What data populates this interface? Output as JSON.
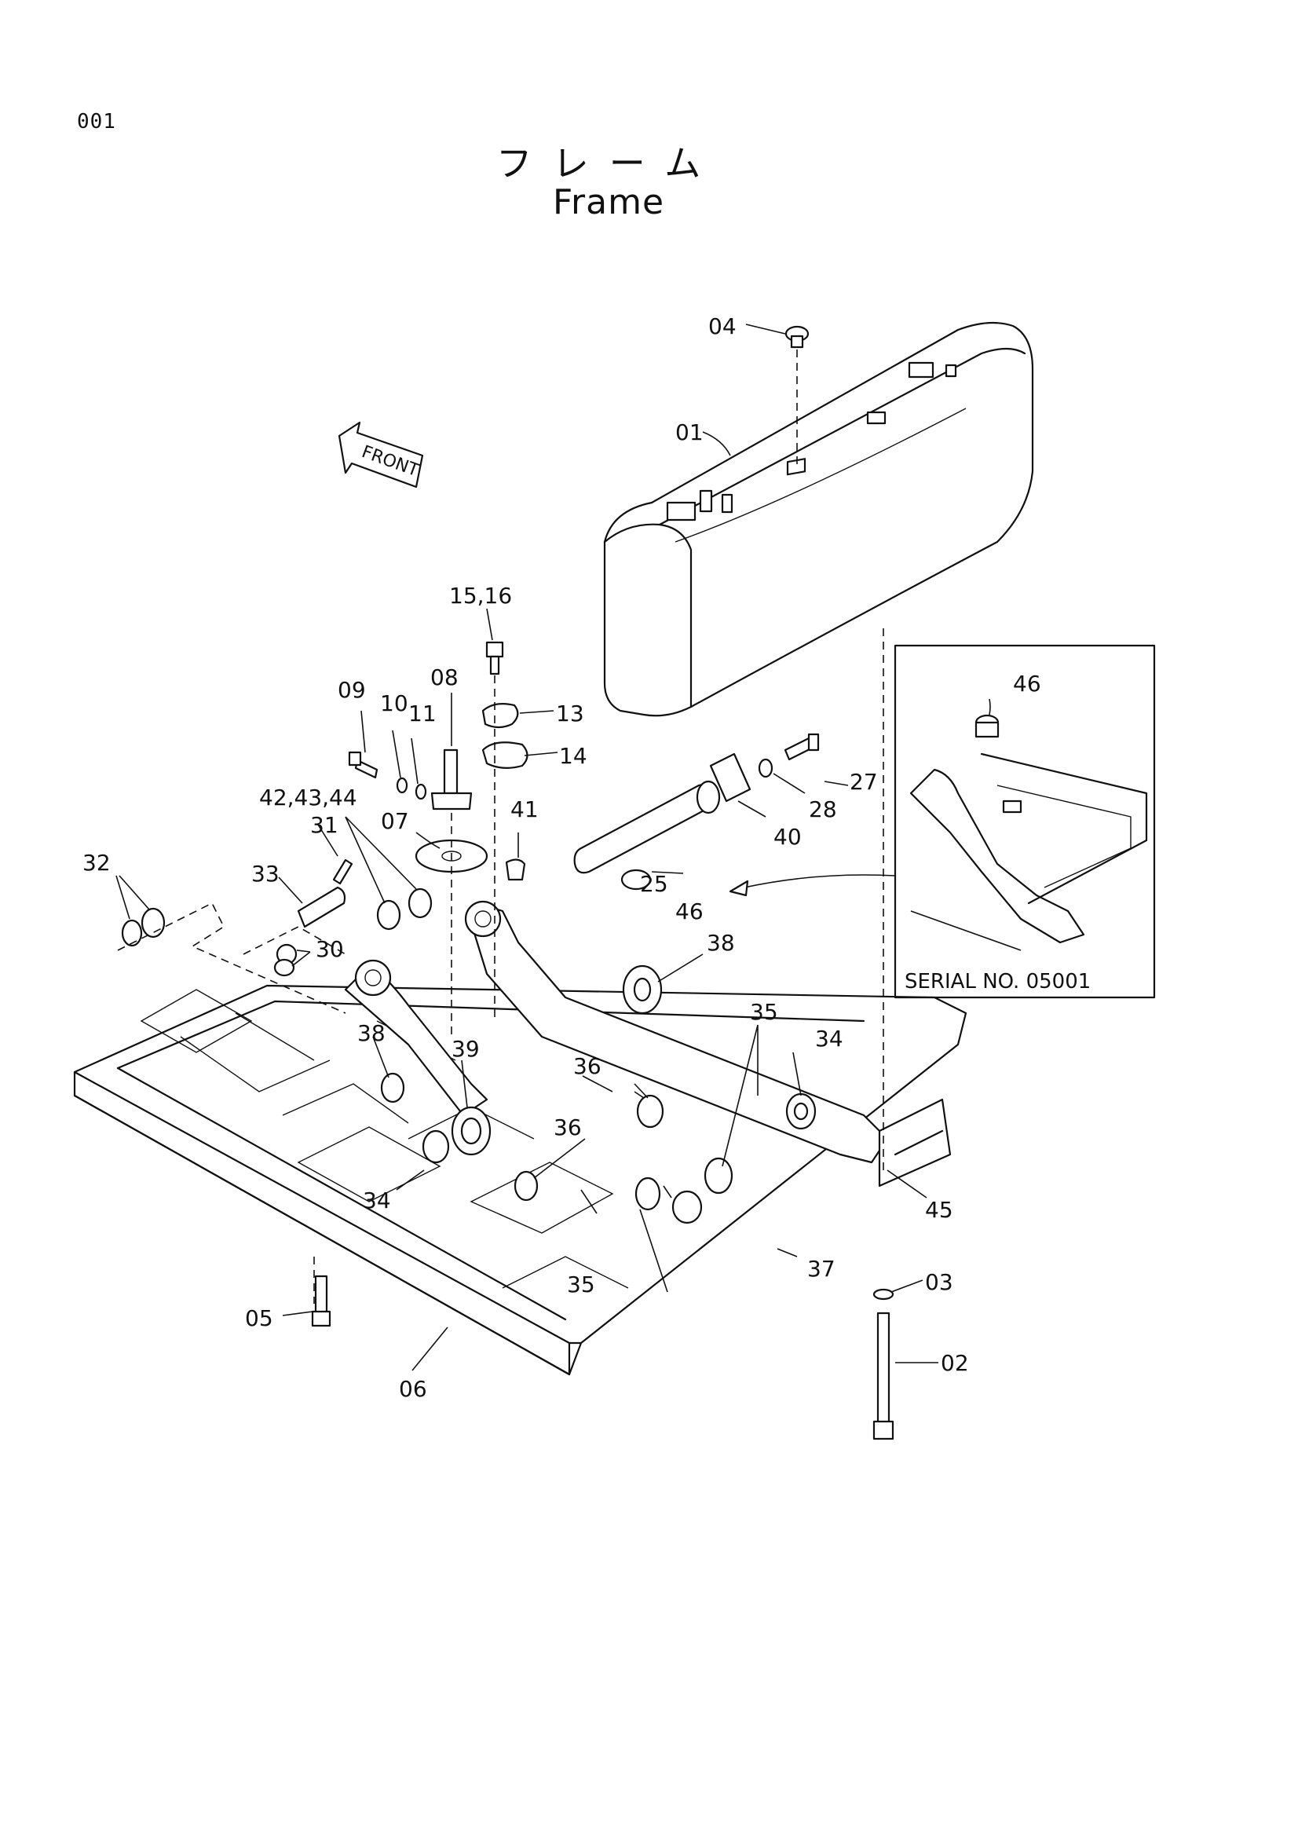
{
  "page_number": "001",
  "title_jp": "フレーム",
  "title_en": "Frame",
  "front_label": "FRONT",
  "serial_label": "SERIAL NO. 05001",
  "callouts": {
    "c01": "01",
    "c02": "02",
    "c03": "03",
    "c04": "04",
    "c05": "05",
    "c06": "06",
    "c07": "07",
    "c08": "08",
    "c09": "09",
    "c10": "10",
    "c11": "11",
    "c13": "13",
    "c14": "14",
    "c1516": "15,16",
    "c25": "25",
    "c27": "27",
    "c28": "28",
    "c30": "30",
    "c31": "31",
    "c32": "32",
    "c33": "33",
    "c34a": "34",
    "c34b": "34",
    "c35a": "35",
    "c35b": "35",
    "c36a": "36",
    "c36b": "36",
    "c37": "37",
    "c38a": "38",
    "c38b": "38",
    "c39": "39",
    "c40": "40",
    "c41": "41",
    "c424344": "42,43,44",
    "c45": "45",
    "c46a": "46",
    "c46b": "46"
  }
}
